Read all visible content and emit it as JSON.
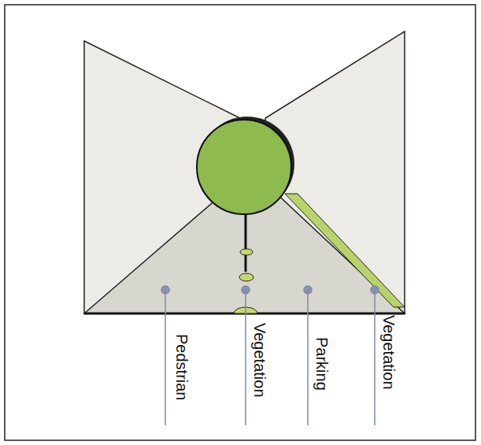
{
  "diagram": {
    "labels": [
      "Pedstrian",
      "Vegetation",
      "Parking",
      "Vegetation"
    ]
  }
}
